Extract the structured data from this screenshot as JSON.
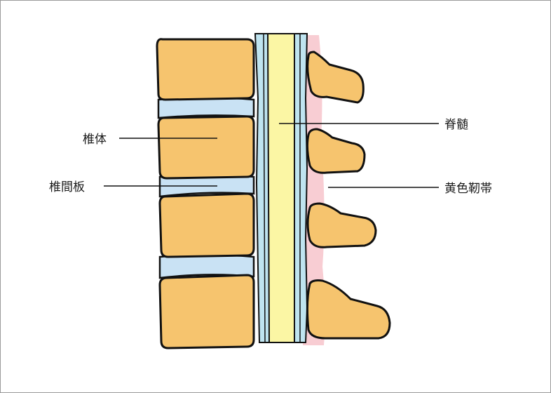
{
  "labels": {
    "vertebral_body": "椎体",
    "intervertebral_disc": "椎間板",
    "spinal_cord": "脊髄",
    "ligamentum_flavum": "黄色靭帯"
  },
  "colors": {
    "bone": "#f6c46e",
    "disc": "#c9e2f4",
    "spinal_cord": "#fbf6a4",
    "dura": "#bfe4f0",
    "ligament": "#f8cdd3",
    "outline": "#111111",
    "frame": "#9a9a9a"
  }
}
